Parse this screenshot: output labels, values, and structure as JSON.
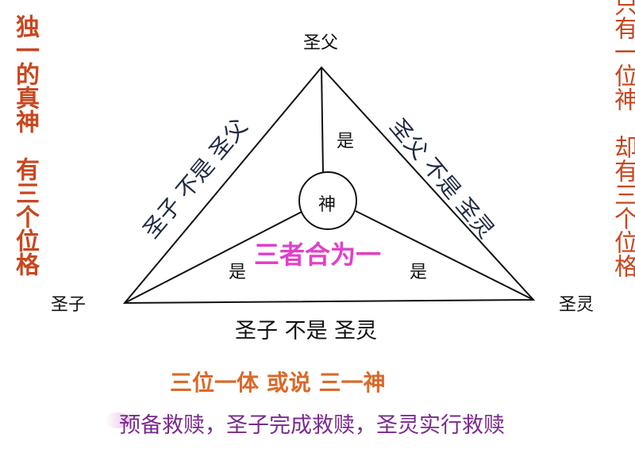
{
  "side_left": "独一的真神　有三个位格",
  "side_right": "只有一位神　却有三个位格",
  "nodes": {
    "father": "圣父",
    "son": "圣子",
    "spirit": "圣灵",
    "god": "神"
  },
  "spokes": {
    "top": "是",
    "left": "是",
    "right": "是"
  },
  "edges": {
    "left": "圣子 不是 圣父",
    "right": "圣父 不是 圣灵",
    "bottom": "圣子  不是  圣灵"
  },
  "center_phrase": "三者合为一",
  "slogan": "三位一体  或说  三一神",
  "bottom_line": "预备救赎，圣子完成救赎，圣灵实行救赎",
  "colors": {
    "side": "#c8471e",
    "center": "#e040c8",
    "slogan": "#d96a2a",
    "bottom": "#7a2a8c",
    "edge": "#1e2a44"
  }
}
